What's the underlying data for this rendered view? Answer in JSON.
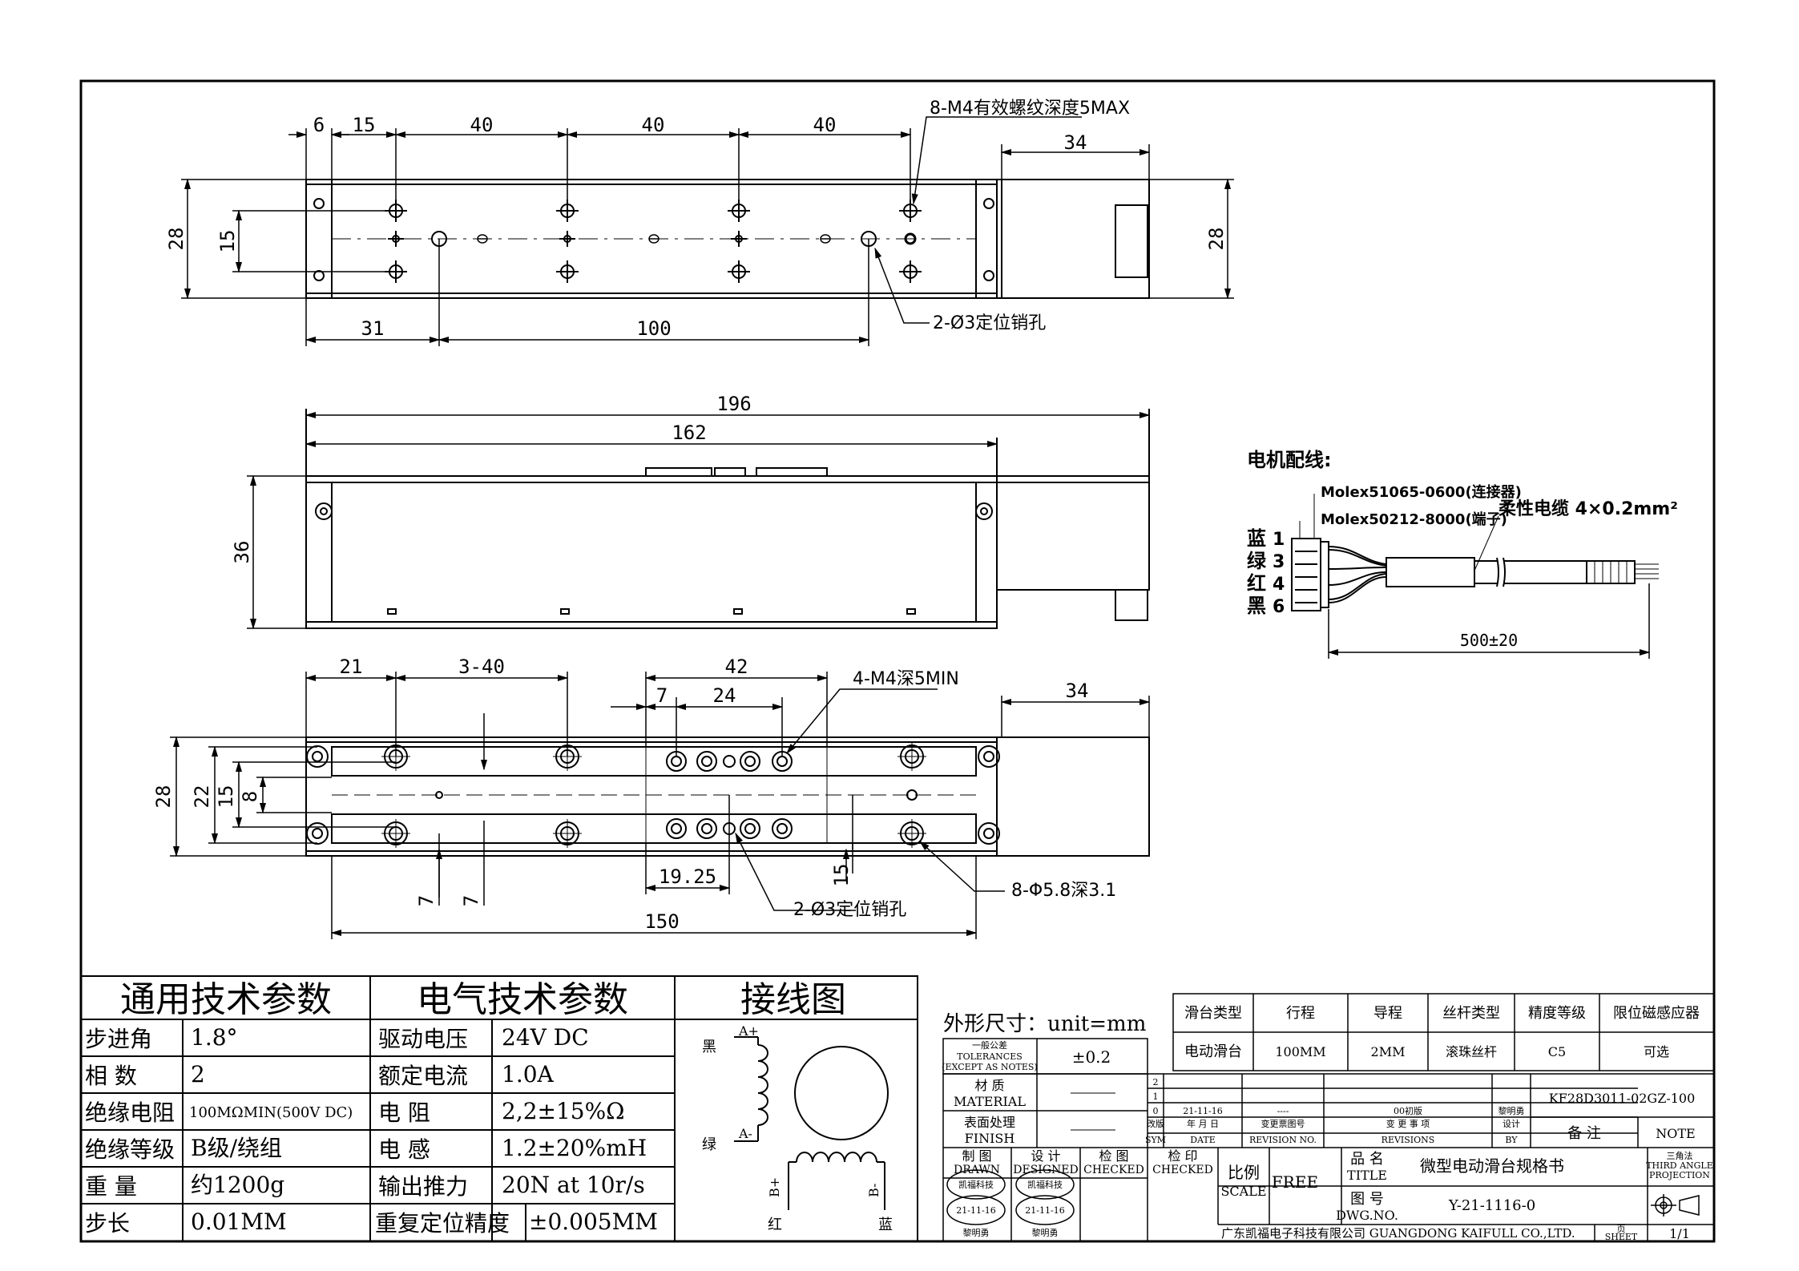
{
  "top_view": {
    "dims_top": [
      "6",
      "15",
      "40",
      "40",
      "40"
    ],
    "dim_right_34": "34",
    "dim_28_left": "28",
    "dim_15_left": "15",
    "dim_28_right": "28",
    "dim_31": "31",
    "dim_100": "100",
    "note_thread": "8-M4有效螺纹深度5MAX",
    "note_pin": "2-Ø3定位销孔"
  },
  "side_view": {
    "dim_196": "196",
    "dim_162": "162",
    "dim_36": "36"
  },
  "bottom_view": {
    "dim_21": "21",
    "dim_3x40": "3-40",
    "dim_42": "42",
    "dim_7_top": "7",
    "dim_24": "24",
    "dim_34": "34",
    "note_m4": "4-M4深5MIN",
    "dim_28": "28",
    "dim_22": "22",
    "dim_15": "15",
    "dim_8": "8",
    "dim_7a": "7",
    "dim_7b": "7",
    "dim_19_25": "19.25",
    "dim_15_right": "15",
    "note_pin": "2-Ø3定位销孔",
    "note_cbore": "8-Φ5.8深3.1",
    "dim_150": "150"
  },
  "wiring": {
    "title": "电机配线:",
    "connector": "Molex51065-0600(连接器)",
    "terminal": "Molex50212-8000(端子)",
    "cable": "柔性电缆 4×0.2mm²",
    "pins": [
      {
        "color": "蓝",
        "num": "1"
      },
      {
        "color": "绿",
        "num": "3"
      },
      {
        "color": "红",
        "num": "4"
      },
      {
        "color": "黑",
        "num": "6"
      }
    ],
    "length": "500±20"
  },
  "general_params": {
    "header": "通用技术参数",
    "rows": [
      {
        "label": "步进角",
        "value": "1.8°"
      },
      {
        "label": "相 数",
        "value": "2"
      },
      {
        "label": "绝缘电阻",
        "value": "100MΩMIN(500V DC)"
      },
      {
        "label": "绝缘等级",
        "value": "B级/绕组"
      },
      {
        "label": "重 量",
        "value": "约1200g"
      },
      {
        "label": "步长",
        "value": "0.01MM"
      }
    ]
  },
  "electrical_params": {
    "header": "电气技术参数",
    "rows": [
      {
        "label": "驱动电压",
        "value": "24V DC"
      },
      {
        "label": "额定电流",
        "value": "1.0A"
      },
      {
        "label": "电 阻",
        "value": "2,2±15%Ω"
      },
      {
        "label": "电 感",
        "value": "1.2±20%mH"
      },
      {
        "label": "输出推力",
        "value": "20N at 10r/s"
      },
      {
        "label": "重复定位精度",
        "value": "±0.005MM"
      }
    ]
  },
  "wiring_diagram": {
    "header": "接线图",
    "black": "黑",
    "green": "绿",
    "a_plus": "A+",
    "a_minus": "A-",
    "b_plus": "B+",
    "b_minus": "B-",
    "red": "红",
    "blue": "蓝"
  },
  "title_block": {
    "dims_label": "外形尺寸：unit=mm",
    "tol_cn": "一般公差",
    "tol_en": "TOLERANCES",
    "tol_en2": "(EXCEPT AS NOTES)",
    "tol_value": "±0.2",
    "spec_headers": [
      "滑台类型",
      "行程",
      "导程",
      "丝杆类型",
      "精度等级",
      "限位磁感应器"
    ],
    "spec_values": [
      "电动滑台",
      "100MM",
      "2MM",
      "滚珠丝杆",
      "C5",
      "可选"
    ],
    "material_cn": "材 质",
    "material_en": "MATERIAL",
    "finish_cn": "表面处理",
    "finish_en": "FINISH",
    "rev_rows": [
      "2",
      "1",
      "0"
    ],
    "rev_date": "21-11-16",
    "rev_dash": "----",
    "rev_desc": "00初版",
    "rev_by": "黎明勇",
    "col_sym": "改版",
    "col_sym_en": "SYM",
    "col_date": "年 月 日",
    "col_date_en": "DATE",
    "col_revno": "变更票图号",
    "col_revno_en": "REVISION NO.",
    "col_rev": "变 更 事 项",
    "col_rev_en": "REVISIONS",
    "col_by": "设计",
    "col_by_en": "BY",
    "part_no": "KF28D3011-02GZ-100",
    "note_cn": "备 注",
    "note_en": "NOTE",
    "drawn_cn": "制 图",
    "drawn_en": "DRAWN",
    "designed_cn": "设 计",
    "designed_en": "DESIGNED",
    "checked_cn": "检 图",
    "checked_en": "CHECKED",
    "checked2_cn": "检 印",
    "checked2_en": "CHECKED",
    "scale_cn": "比例",
    "scale_en": "SCALE",
    "scale_val": "FREE",
    "title_cn": "品 名",
    "title_en": "TITLE",
    "title_val": "微型电动滑台规格书",
    "proj_cn": "三角法",
    "proj_en": "THIRD ANGLE",
    "proj_en2": "PROJECTION",
    "dwg_cn": "图 号",
    "dwg_en": "DWG.NO.",
    "dwg_val": "Y-21-1116-0",
    "company": "广东凯福电子科技有限公司 GUANGDONG KAIFULL CO.,LTD.",
    "sheet_cn": "页",
    "sheet_en": "SHEET",
    "sheet_val": "1/1",
    "stamp_co": "凯福科技",
    "stamp_date": "21-11-16",
    "stamp_name": "黎明勇"
  }
}
